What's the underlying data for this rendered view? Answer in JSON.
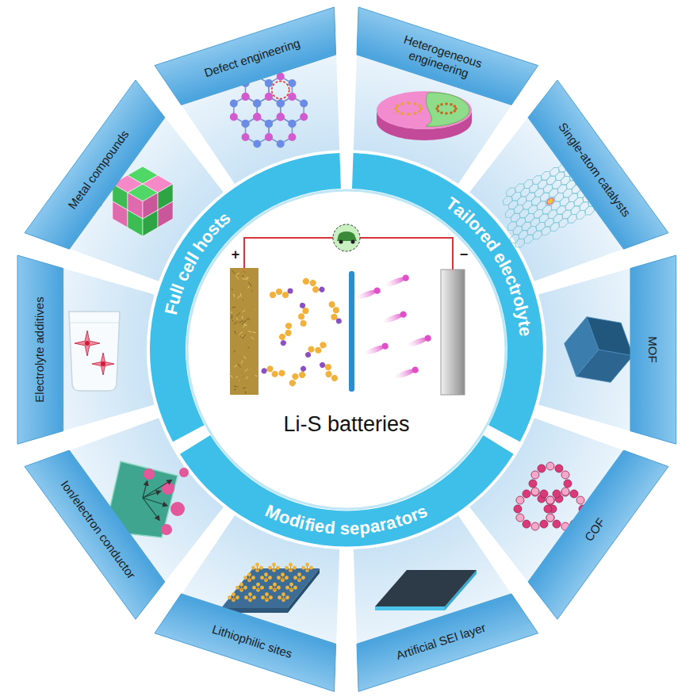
{
  "diagram": {
    "nodes": [
      {
        "text": [
          "Li-S batteries"
        ]
      },
      {
        "text": [
          "Full cell hosts"
        ]
      },
      {
        "text": [
          "Tailored electrolyte"
        ]
      },
      {
        "text": [
          "Modified separators"
        ]
      },
      {
        "text": [
          "Defect engineering"
        ]
      },
      {
        "text": [
          "Heterogeneous engineering"
        ]
      },
      {
        "text": [
          "Single-atom catalysts"
        ]
      },
      {
        "text": [
          "MOF"
        ]
      },
      {
        "text": [
          "COF"
        ]
      },
      {
        "text": [
          "Artificial SEI layer"
        ]
      },
      {
        "text": [
          "Lithiophilic sites"
        ]
      },
      {
        "text": [
          "Ion/electron conductor"
        ]
      },
      {
        "text": [
          "Electrolyte additives"
        ]
      },
      {
        "text": [
          "Metal compounds"
        ]
      }
    ],
    "labels": [
      "+",
      "−"
    ]
  }
}
